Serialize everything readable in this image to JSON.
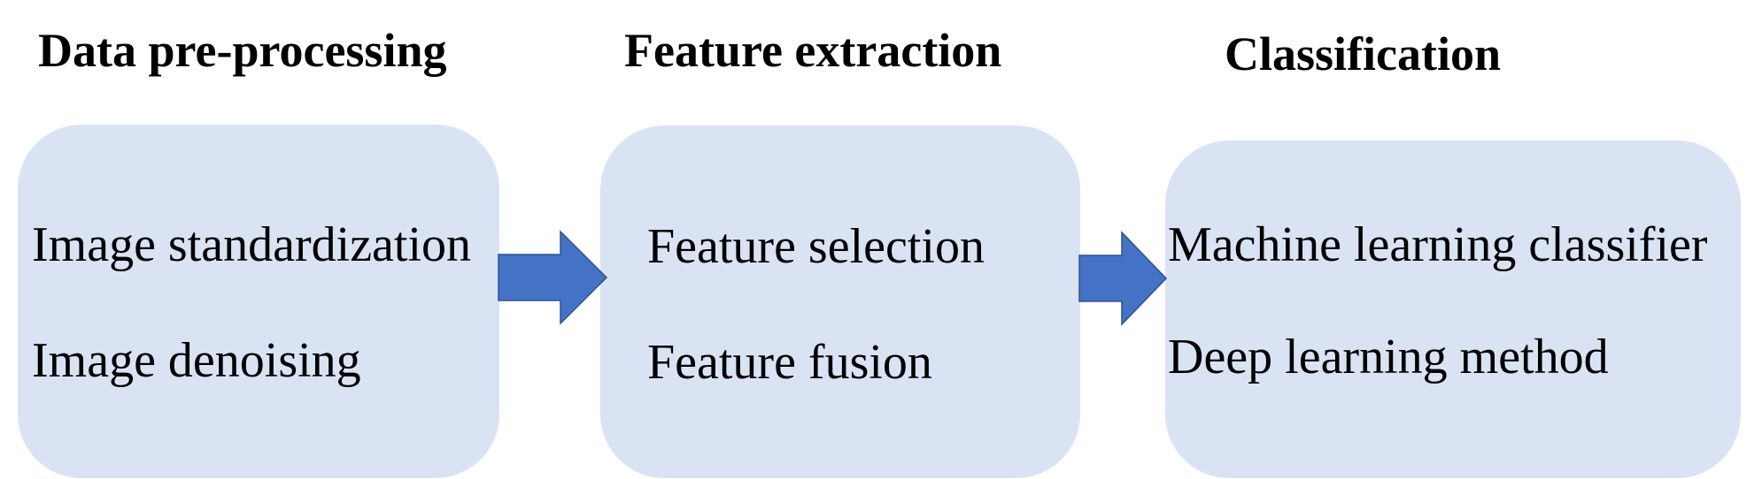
{
  "stages": [
    {
      "title": "Data pre-processing",
      "items": [
        "Image standardization",
        "Image denoising"
      ]
    },
    {
      "title": "Feature extraction",
      "items": [
        "Feature selection",
        "Feature fusion"
      ]
    },
    {
      "title": "Classification",
      "items": [
        "Machine learning classifier",
        "Deep learning method"
      ]
    }
  ],
  "colors": {
    "box_fill": "#dae3f3",
    "arrow_fill": "#4472c4",
    "arrow_stroke": "#2f528f",
    "text": "#000000"
  },
  "arrows": [
    {
      "from": "Data pre-processing",
      "to": "Feature extraction",
      "icon": "right-block-arrow-icon"
    },
    {
      "from": "Feature extraction",
      "to": "Classification",
      "icon": "right-block-arrow-icon"
    }
  ]
}
